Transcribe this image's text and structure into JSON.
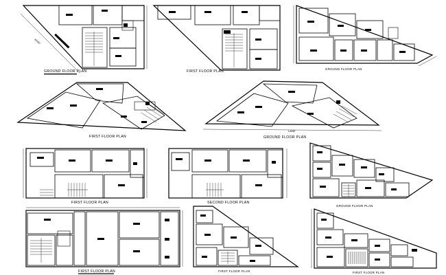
{
  "sheet": {
    "background": "#ffffff",
    "line_color": "#000000"
  },
  "plans": [
    {
      "id": "p1",
      "title": "GROUND FLOOR PLAN"
    },
    {
      "id": "p2",
      "title": "FIRST FLOOR PLAN"
    },
    {
      "id": "p3",
      "title": "GROUND FLOOR PLAN"
    },
    {
      "id": "p4",
      "title": "FIRST FLOOR PLAN"
    },
    {
      "id": "p5",
      "title": "GROUND FLOOR PLAN",
      "extra_label": "LANE"
    },
    {
      "id": "p6",
      "title": "FIRST FLOOR PLAN"
    },
    {
      "id": "p7",
      "title": "SECOND FLOOR PLAN"
    },
    {
      "id": "p8",
      "title": "GROUND FLOOR PLAN"
    },
    {
      "id": "p9",
      "title": "FIRST FLOOR PLAN"
    },
    {
      "id": "p10",
      "title": "FIRST FLOOR PLAN"
    },
    {
      "id": "p11",
      "title": "FIRST FLOOR PLAN"
    }
  ]
}
